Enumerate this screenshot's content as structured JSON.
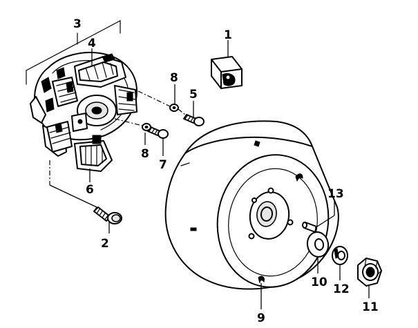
{
  "callouts": {
    "c1": "1",
    "c2": "2",
    "c3": "3",
    "c4": "4",
    "c5": "5",
    "c6": "6",
    "c7": "7",
    "c8a": "8",
    "c8b": "8",
    "c9": "9",
    "c10": "10",
    "c11": "11",
    "c12": "12",
    "c13": "13"
  }
}
